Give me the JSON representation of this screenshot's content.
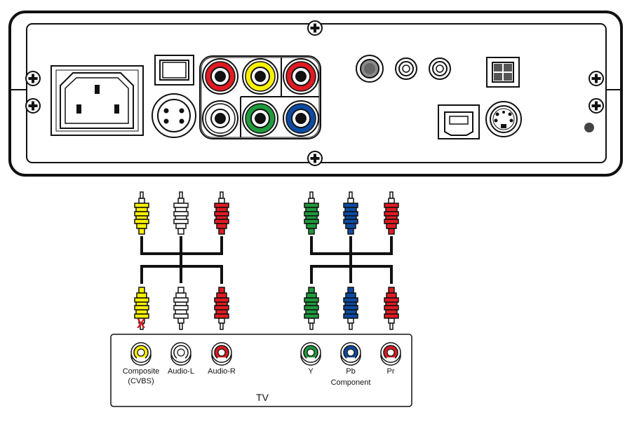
{
  "colors": {
    "red": "#e01b22",
    "yellow": "#fff200",
    "white": "#ffffff",
    "green": "#1f9a3c",
    "blue": "#0c4ba3",
    "outline": "#111111"
  },
  "cables": {
    "composite_set": [
      "yellow",
      "white",
      "red"
    ],
    "component_set": [
      "green",
      "blue",
      "red"
    ],
    "unused_marker": "X"
  },
  "tv": {
    "title": "TV",
    "composite_label": "Composite",
    "composite_sub_label": "(CVBS)",
    "audio_l_label": "Audio-L",
    "audio_r_label": "Audio-R",
    "y_label": "Y",
    "pb_label": "Pb",
    "pr_label": "Pr",
    "component_group_label": "Component"
  },
  "panel_icons": [
    "power-inlet-icon",
    "power-switch-icon",
    "usb-b-port-icon",
    "s-video-port-icon",
    "optical-port-icon",
    "screw-icon"
  ]
}
